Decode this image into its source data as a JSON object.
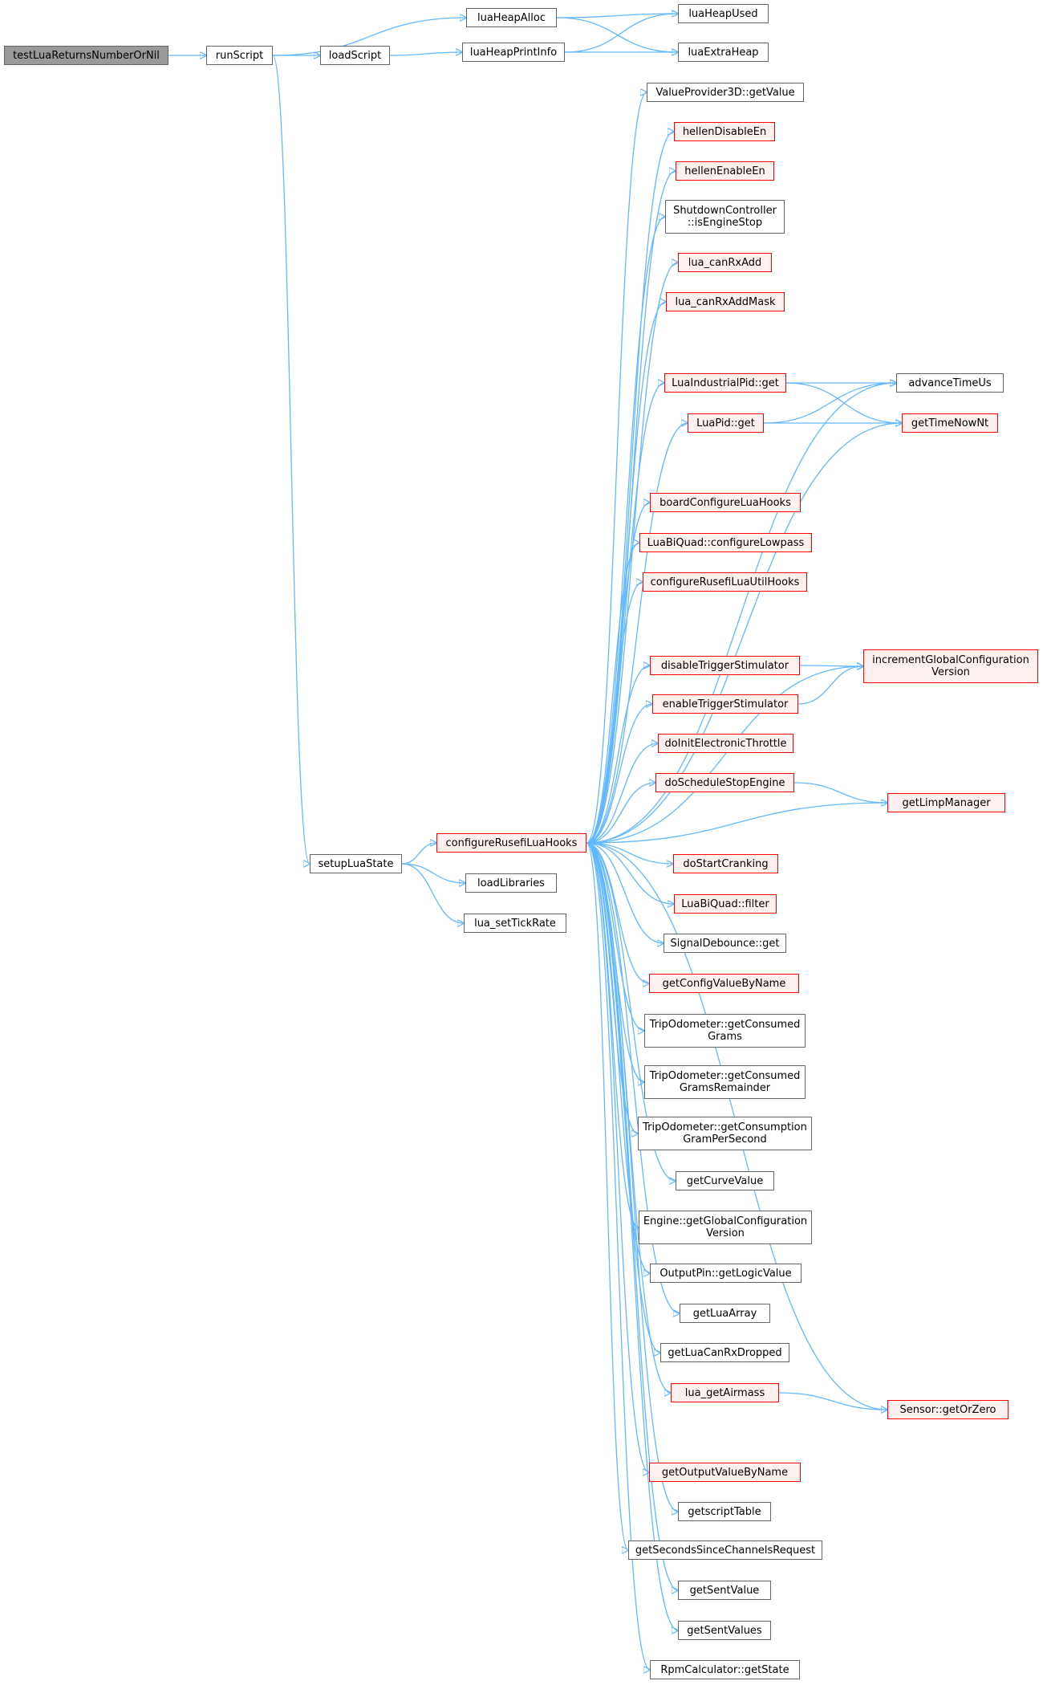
{
  "nodes": [
    {
      "id": "n0",
      "label": "testLuaReturnsNumberOrNil",
      "style": "root"
    },
    {
      "id": "n1",
      "label": "runScript",
      "style": "normal"
    },
    {
      "id": "n2",
      "label": "luaHeapAlloc",
      "style": "normal"
    },
    {
      "id": "n3",
      "label": "luaHeapUsed",
      "style": "normal"
    },
    {
      "id": "n4",
      "label": "luaExtraHeap",
      "style": "normal"
    },
    {
      "id": "n5",
      "label": "loadScript",
      "style": "normal"
    },
    {
      "id": "n6",
      "label": "luaHeapPrintInfo",
      "style": "normal"
    },
    {
      "id": "n7",
      "label": "setupLuaState",
      "style": "normal"
    },
    {
      "id": "n8",
      "label": "configureRusefiLuaHooks",
      "style": "red"
    },
    {
      "id": "n9",
      "label": "loadLibraries",
      "style": "normal"
    },
    {
      "id": "n10",
      "label": "lua_setTickRate",
      "style": "normal"
    },
    {
      "id": "n11",
      "label": "ValueProvider3D::getValue",
      "style": "normal"
    },
    {
      "id": "n12",
      "label": "hellenDisableEn",
      "style": "red"
    },
    {
      "id": "n13",
      "label": "hellenEnableEn",
      "style": "red"
    },
    {
      "id": "n14",
      "label": "ShutdownController\n::isEngineStop",
      "style": "normal"
    },
    {
      "id": "n15",
      "label": "lua_canRxAdd",
      "style": "red"
    },
    {
      "id": "n16",
      "label": "lua_canRxAddMask",
      "style": "red"
    },
    {
      "id": "n17",
      "label": "LuaIndustrialPid::get",
      "style": "red"
    },
    {
      "id": "n18",
      "label": "advanceTimeUs",
      "style": "normal"
    },
    {
      "id": "n19",
      "label": "getTimeNowNt",
      "style": "red"
    },
    {
      "id": "n20",
      "label": "LuaPid::get",
      "style": "red"
    },
    {
      "id": "n21",
      "label": "boardConfigureLuaHooks",
      "style": "red"
    },
    {
      "id": "n22",
      "label": "LuaBiQuad::configureLowpass",
      "style": "red"
    },
    {
      "id": "n23",
      "label": "configureRusefiLuaUtilHooks",
      "style": "red"
    },
    {
      "id": "n24",
      "label": "incrementGlobalConfiguration\nVersion",
      "style": "red"
    },
    {
      "id": "n25",
      "label": "disableTriggerStimulator",
      "style": "red"
    },
    {
      "id": "n26",
      "label": "enableTriggerStimulator",
      "style": "red"
    },
    {
      "id": "n27",
      "label": "doInitElectronicThrottle",
      "style": "red"
    },
    {
      "id": "n28",
      "label": "doScheduleStopEngine",
      "style": "red"
    },
    {
      "id": "n29",
      "label": "getLimpManager",
      "style": "red"
    },
    {
      "id": "n30",
      "label": "doStartCranking",
      "style": "red"
    },
    {
      "id": "n31",
      "label": "LuaBiQuad::filter",
      "style": "red"
    },
    {
      "id": "n32",
      "label": "SignalDebounce::get",
      "style": "normal"
    },
    {
      "id": "n33",
      "label": "getConfigValueByName",
      "style": "red"
    },
    {
      "id": "n34",
      "label": "TripOdometer::getConsumed\nGrams",
      "style": "normal"
    },
    {
      "id": "n35",
      "label": "TripOdometer::getConsumed\nGramsRemainder",
      "style": "normal"
    },
    {
      "id": "n36",
      "label": "TripOdometer::getConsumption\nGramPerSecond",
      "style": "normal"
    },
    {
      "id": "n37",
      "label": "getCurveValue",
      "style": "normal"
    },
    {
      "id": "n38",
      "label": "Engine::getGlobalConfiguration\nVersion",
      "style": "normal"
    },
    {
      "id": "n39",
      "label": "OutputPin::getLogicValue",
      "style": "normal"
    },
    {
      "id": "n40",
      "label": "getLuaArray",
      "style": "normal"
    },
    {
      "id": "n41",
      "label": "getLuaCanRxDropped",
      "style": "normal"
    },
    {
      "id": "n42",
      "label": "lua_getAirmass",
      "style": "red"
    },
    {
      "id": "n43",
      "label": "Sensor::getOrZero",
      "style": "red"
    },
    {
      "id": "n44",
      "label": "getOutputValueByName",
      "style": "red"
    },
    {
      "id": "n45",
      "label": "getscriptTable",
      "style": "normal"
    },
    {
      "id": "n46",
      "label": "getSecondsSinceChannelsRequest",
      "style": "normal"
    },
    {
      "id": "n47",
      "label": "getSentValue",
      "style": "normal"
    },
    {
      "id": "n48",
      "label": "getSentValues",
      "style": "normal"
    },
    {
      "id": "n49",
      "label": "RpmCalculator::getState",
      "style": "normal"
    }
  ],
  "edges": [
    [
      "n0",
      "n1"
    ],
    [
      "n1",
      "n2"
    ],
    [
      "n1",
      "n5"
    ],
    [
      "n1",
      "n7"
    ],
    [
      "n2",
      "n3"
    ],
    [
      "n2",
      "n4"
    ],
    [
      "n5",
      "n6"
    ],
    [
      "n6",
      "n3"
    ],
    [
      "n6",
      "n4"
    ],
    [
      "n7",
      "n8"
    ],
    [
      "n7",
      "n9"
    ],
    [
      "n7",
      "n10"
    ],
    [
      "n8",
      "n11"
    ],
    [
      "n8",
      "n12"
    ],
    [
      "n8",
      "n13"
    ],
    [
      "n8",
      "n14"
    ],
    [
      "n8",
      "n15"
    ],
    [
      "n8",
      "n16"
    ],
    [
      "n8",
      "n18"
    ],
    [
      "n8",
      "n17"
    ],
    [
      "n8",
      "n20"
    ],
    [
      "n8",
      "n19"
    ],
    [
      "n8",
      "n21"
    ],
    [
      "n8",
      "n22"
    ],
    [
      "n8",
      "n23"
    ],
    [
      "n8",
      "n24"
    ],
    [
      "n8",
      "n25"
    ],
    [
      "n8",
      "n26"
    ],
    [
      "n8",
      "n27"
    ],
    [
      "n8",
      "n28"
    ],
    [
      "n8",
      "n29"
    ],
    [
      "n8",
      "n30"
    ],
    [
      "n8",
      "n31"
    ],
    [
      "n8",
      "n32"
    ],
    [
      "n8",
      "n33"
    ],
    [
      "n8",
      "n34"
    ],
    [
      "n8",
      "n35"
    ],
    [
      "n8",
      "n36"
    ],
    [
      "n8",
      "n37"
    ],
    [
      "n8",
      "n38"
    ],
    [
      "n8",
      "n39"
    ],
    [
      "n8",
      "n40"
    ],
    [
      "n8",
      "n41"
    ],
    [
      "n8",
      "n42"
    ],
    [
      "n8",
      "n43"
    ],
    [
      "n8",
      "n44"
    ],
    [
      "n8",
      "n45"
    ],
    [
      "n8",
      "n46"
    ],
    [
      "n8",
      "n47"
    ],
    [
      "n8",
      "n48"
    ],
    [
      "n8",
      "n49"
    ],
    [
      "n17",
      "n18"
    ],
    [
      "n17",
      "n19"
    ],
    [
      "n20",
      "n18"
    ],
    [
      "n20",
      "n19"
    ],
    [
      "n25",
      "n24"
    ],
    [
      "n26",
      "n24"
    ],
    [
      "n28",
      "n29"
    ],
    [
      "n42",
      "n43"
    ]
  ]
}
